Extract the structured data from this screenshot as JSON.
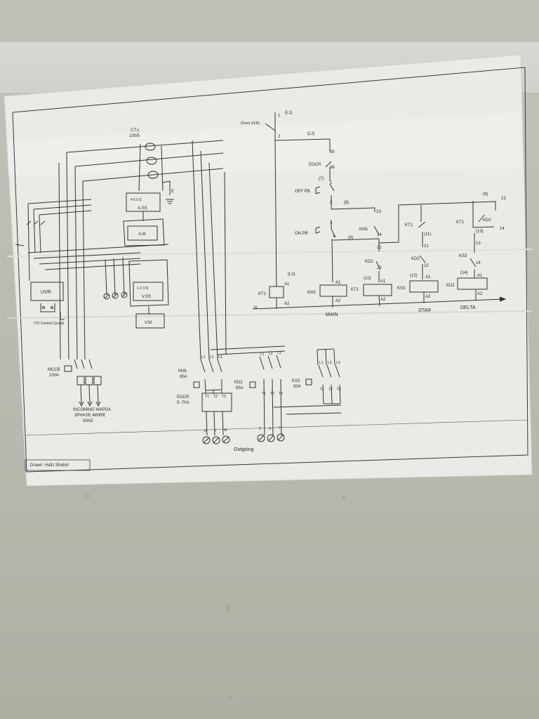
{
  "labels": {
    "from_uvr": "(From UVR)",
    "l1": "(L1)",
    "l2_top": "(L2)",
    "l2_kt": "(L2)",
    "n": "N",
    "ct": "CT.s",
    "ct_ratio": "100/5",
    "ass": "A.SS",
    "ass_pins": "4 5 6 E",
    "am": "A.M",
    "vss": "V.SS",
    "vss_pins": "1 2 3 N",
    "vm": "V.M",
    "uvr": "UVR",
    "to_control": "(TO Control Circuit)",
    "mccb": "MCCB",
    "mccb_rating": "100A",
    "incoming_1": "INCOMING WAPDA",
    "incoming_2": "3PHASE 4WIRE",
    "incoming_3": "50HZ",
    "eocr_top": "EOCR",
    "off_pb": "OFF PB",
    "on_pb": "ON PB",
    "km1": "KM1",
    "kt1": "KT1",
    "kd2": "KD2",
    "ks3": "KS3",
    "a1": "A1",
    "a2": "A2",
    "main": "MAIN",
    "star": "STAR",
    "delta": "DELTA",
    "km1_rating": "65A",
    "kd2_rating": "65A",
    "ks3_rating": "50A",
    "eocr_bottom": "EOCR",
    "eocr_range": "5~70A",
    "outgoing": "Outgoing",
    "drawn_by": "Drawn: Hafiz Shahid",
    "u": "U",
    "v": "V",
    "w": "W",
    "z": "Z",
    "x": "X",
    "y": "Y",
    "t1": "T1",
    "t2": "T2",
    "t3": "T3",
    "l1c": "L1",
    "l2c": "L2",
    "l3c": "L3",
    "n1": "1",
    "n2": "2",
    "n3": "3",
    "n4": "4",
    "n95": "95",
    "n96": "96",
    "n13": "13",
    "n14": "14",
    "n21": "21",
    "n22": "22",
    "p7": "(7)",
    "p8": "(8)",
    "p9": "(9)",
    "p10": "(10)",
    "p11": "(11)",
    "p12": "(12)",
    "p13": "(13)",
    "p14": "(14)",
    "p9b": "(9)",
    "e": "E"
  }
}
